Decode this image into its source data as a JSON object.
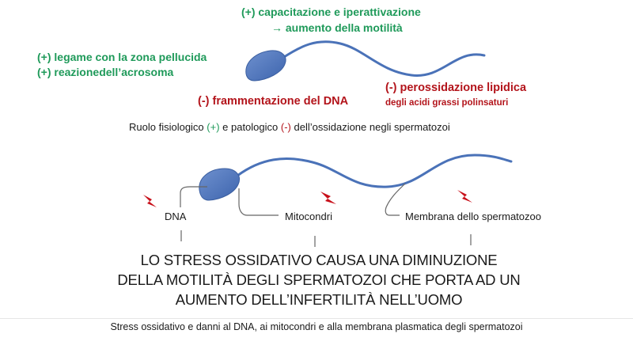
{
  "top": {
    "capacitation_line1": "(+) capacitazione e iperattivazione",
    "capacitation_line2": "→ aumento della motilità",
    "binding_line1": "(+) legame con la zona pellucida",
    "binding_line2": "(+) reazionedell’acrosoma",
    "dna_fragmentation": "(-) frammentazione del DNA",
    "peroxidation_line1": "(-) perossidazione lipidica",
    "peroxidation_line2": "degli acidi grassi polinsaturi"
  },
  "role": {
    "part1": "Ruolo fisiologico ",
    "plus": "(+)",
    "part2": " e patologico ",
    "minus": "(-)",
    "part3": " dell’ossidazione negli spermatozoi"
  },
  "targets": {
    "dna": "DNA",
    "mitochondria": "Mitocondri",
    "membrane": "Membrana dello spermatozoo"
  },
  "stress": {
    "line1": "LO STRESS OSSIDATIVO CAUSA UNA DIMINUZIONE",
    "line2": "DELLA MOTILITÀ DEGLI SPERMATOZOI CHE PORTA AD UN",
    "line3": "AUMENTO DELL’INFERTILITÀ NELL’UOMO"
  },
  "caption": "Stress ossidativo e danni al DNA, ai mitocondri e alla membrana plasmatica degli spermatozoi",
  "colors": {
    "sperm_head": "#4a72b8",
    "sperm_tail": "#4a72b8",
    "positive": "#1f9a5a",
    "negative": "#b3141b",
    "lightning": "#c8101a"
  },
  "icons": {
    "damage": "lightning-bolt-icon",
    "sperm": "spermatozoon-icon"
  }
}
